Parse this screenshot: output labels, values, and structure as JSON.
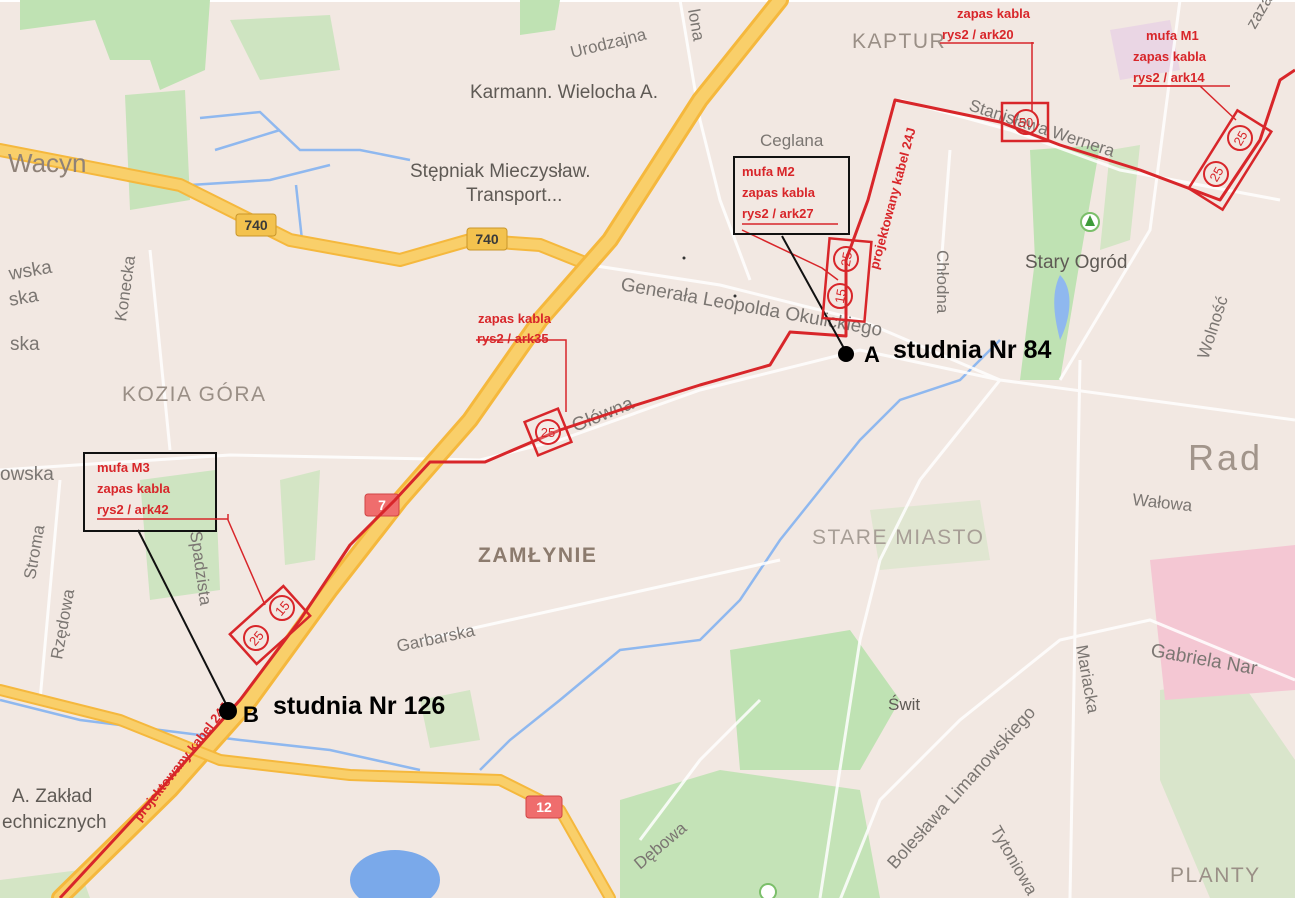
{
  "places": {
    "kaptur": "KAPTUR",
    "kozia_gora": "KOZIA GÓRA",
    "zamlynie": "ZAMŁYNIE",
    "stare_miasto": "STARE MIASTO",
    "planty": "PLANTY",
    "rad": "Rad",
    "wacyn": "Wacyn",
    "stary_ogrod": "Stary Ogród",
    "swit": "Świt"
  },
  "pois": {
    "karmann": "Karmann. Wielocha A.",
    "stepniak_1": "Stępniak Mieczysław.",
    "stepniak_2": "Transport...",
    "zaklad_1": "A. Zakład",
    "zaklad_2": "echnicznych"
  },
  "streets": {
    "ceglana": "Ceglana",
    "generala": "Generała Leopolda Okulickiego",
    "glowna": "Główna",
    "chlodna": "Chłodna",
    "konecka": "Konecka",
    "stroma": "Stroma",
    "rzedowa": "Rzędowa",
    "spadzista": "Spadzista",
    "garbarska": "Garbarska",
    "walowa": "Wałowa",
    "wolnosc": "Wolność",
    "mariacka": "Mariacka",
    "gabriela": "Gabriela Nar",
    "limanowskiego": "Bolesława Limanowskiego",
    "debowa": "Dębowa",
    "tytoniowa": "Tytoniowa",
    "stanislawa": "Stanisława Wernera",
    "urodz": "Urodzajna",
    "owska": "owska",
    "wska": "wska",
    "ska1": "ska",
    "ska2": "ska",
    "lona": "lona",
    "zaza": "zaza"
  },
  "road_shields": {
    "r740a": "740",
    "r740b": "740",
    "r7": "7",
    "r12": "12"
  },
  "annotations": {
    "cable_label_top": "projektowany kabel 24J",
    "cable_label_bottom": "projektowany kabel 24J",
    "callout_m2": [
      "mufa M2",
      "zapas kabla",
      "rys2 / ark27"
    ],
    "callout_m3": [
      "mufa M3",
      "zapas kabla",
      "rys2 / ark42"
    ],
    "callout_m1": [
      "mufa M1",
      "zapas kabla",
      "rys2 / ark14"
    ],
    "callout_ark20": [
      "zapas kabla",
      "rys2 / ark20"
    ],
    "callout_ark35": [
      "zapas kabla",
      "rys2 / ark35"
    ],
    "rings": {
      "ark35": "25",
      "m2a": "25",
      "m2b": "15",
      "m3a": "25",
      "m3b": "15",
      "ark20": "50",
      "m1a": "25",
      "m1b": "25"
    },
    "point_a": "A",
    "point_a_label": "studnia Nr 84",
    "point_b": "B",
    "point_b_label": "studnia Nr 126"
  },
  "colors": {
    "map_bg": "#f2e8e2",
    "park": "#b9dfae",
    "water": "#8fb8ef",
    "highway": "#f5b83d",
    "main_road": "#f9cf6a",
    "cable": "#d8262a"
  }
}
